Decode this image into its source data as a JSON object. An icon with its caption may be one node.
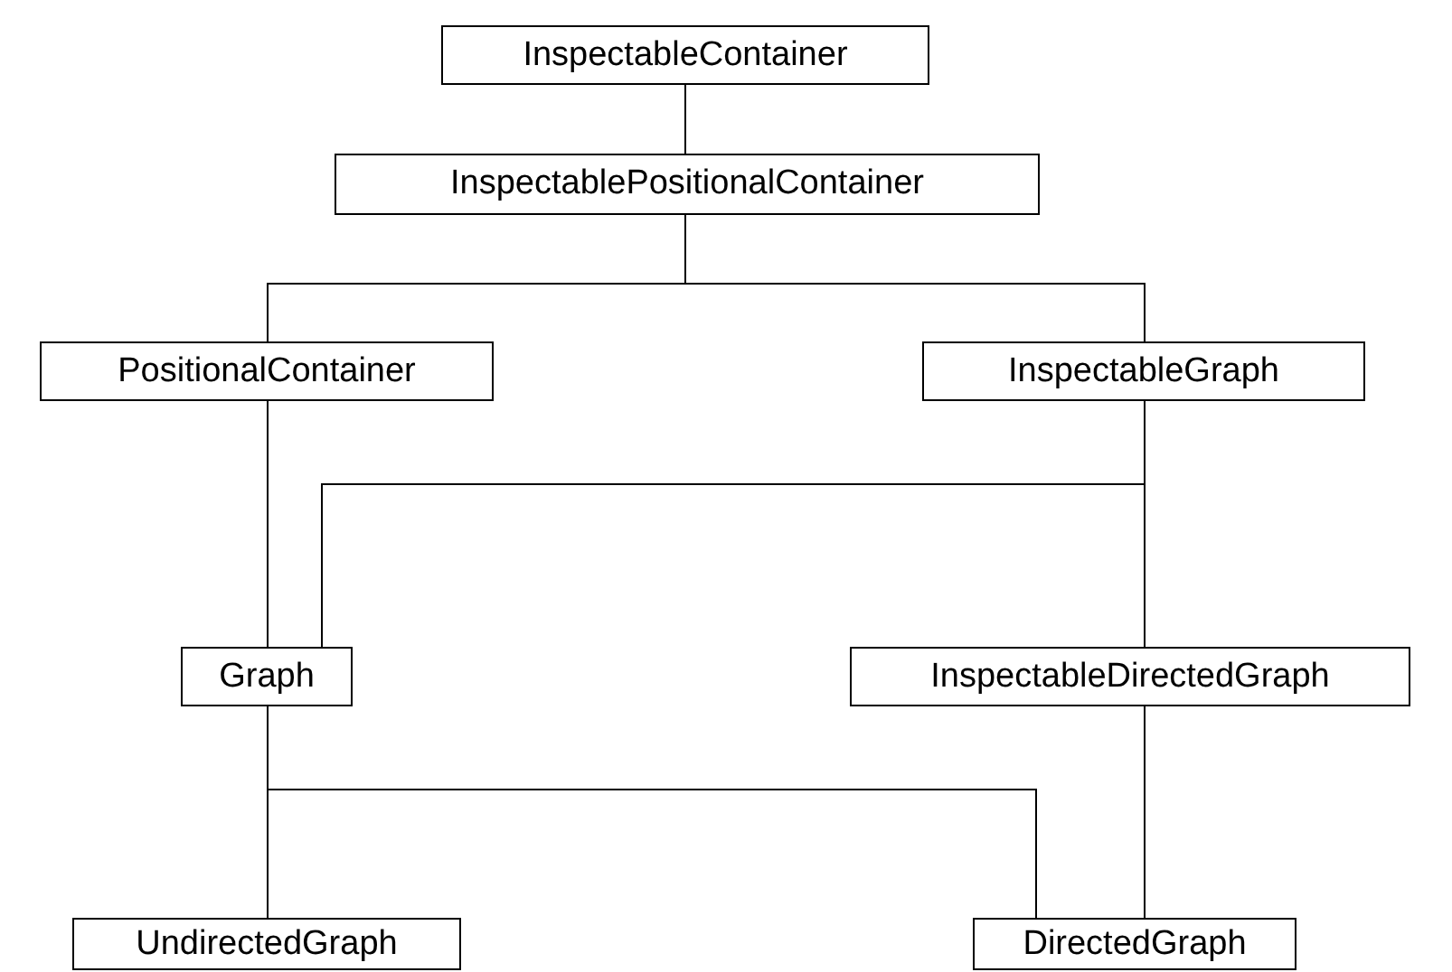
{
  "diagram": {
    "nodes": [
      {
        "text": [
          "InspectableContainer"
        ]
      },
      {
        "text": [
          "InspectablePositionalContainer"
        ]
      },
      {
        "text": [
          "PositionalContainer"
        ]
      },
      {
        "text": [
          "InspectableGraph"
        ]
      },
      {
        "text": [
          "Graph"
        ]
      },
      {
        "text": [
          "InspectableDirectedGraph"
        ]
      },
      {
        "text": [
          "UndirectedGraph"
        ]
      },
      {
        "text": [
          "DirectedGraph"
        ]
      }
    ],
    "edges": [
      {
        "from": 0,
        "to": 1,
        "arrow": "none"
      },
      {
        "from": 1,
        "to": 2,
        "arrow": "none"
      },
      {
        "from": 1,
        "to": 3,
        "arrow": "none"
      },
      {
        "from": 3,
        "to": 4,
        "arrow": "none"
      },
      {
        "from": 3,
        "to": 5,
        "arrow": "none"
      },
      {
        "from": 2,
        "to": 4,
        "arrow": "none"
      },
      {
        "from": 4,
        "to": 6,
        "arrow": "none"
      },
      {
        "from": 4,
        "to": 7,
        "arrow": "none"
      },
      {
        "from": 5,
        "to": 7,
        "arrow": "none"
      }
    ]
  }
}
